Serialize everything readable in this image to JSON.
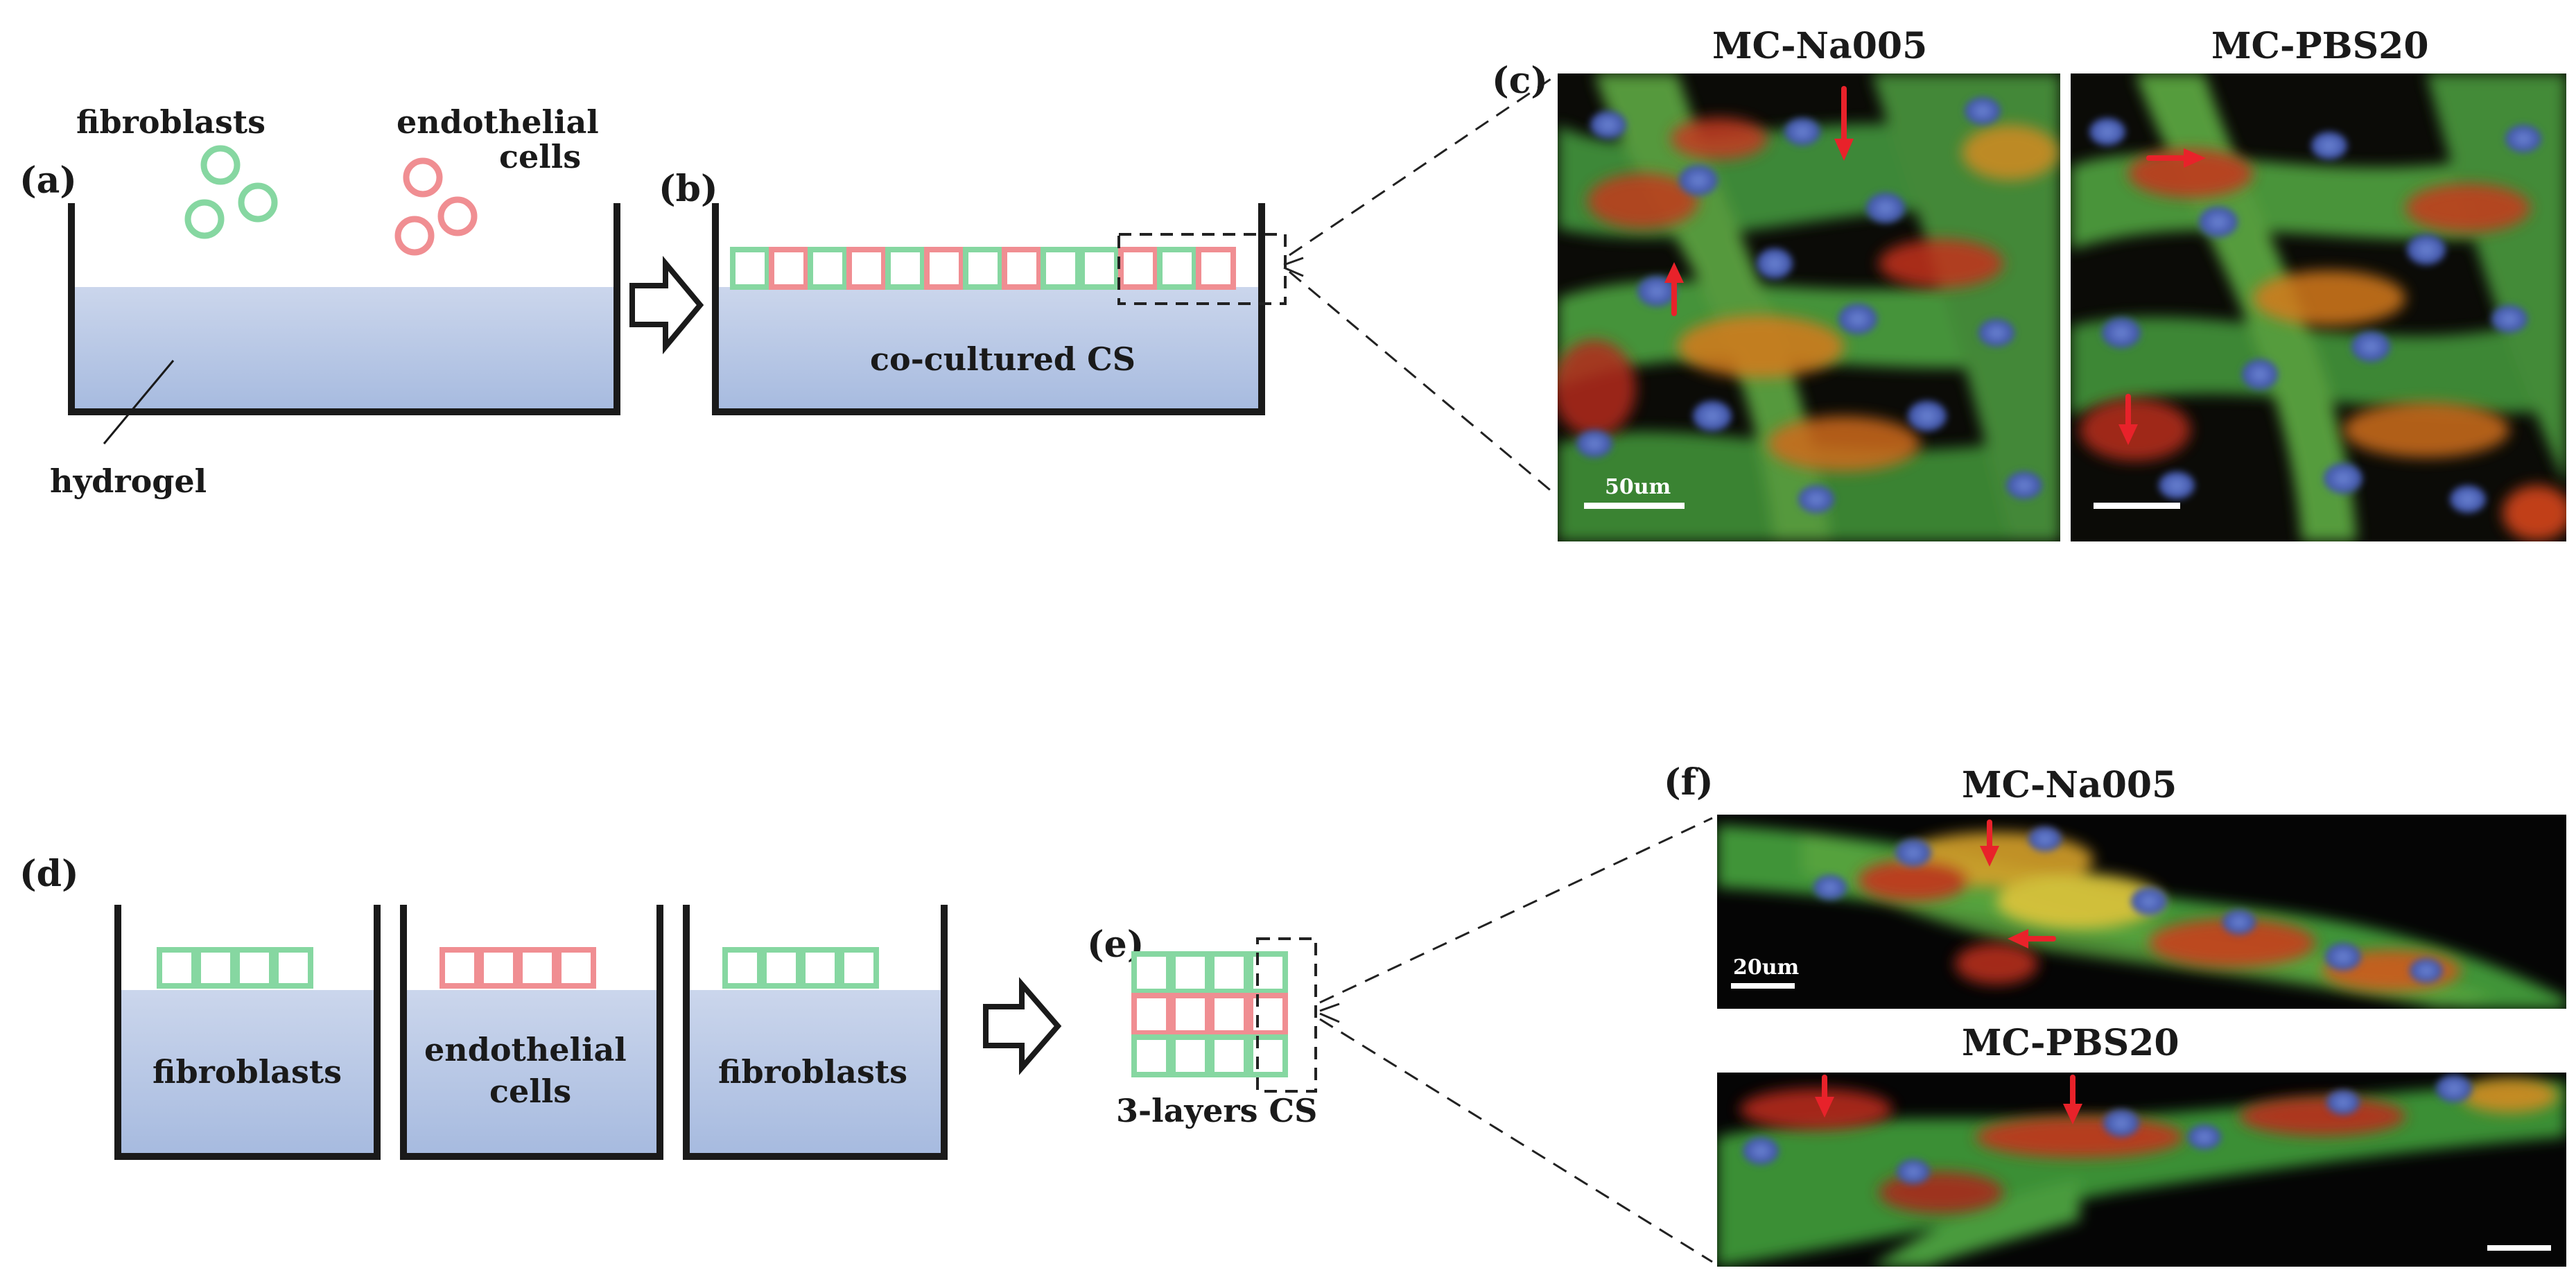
{
  "panel_labels": {
    "a": "(a)",
    "b": "(b)",
    "c": "(c)",
    "d": "(d)",
    "e": "(e)",
    "f": "(f)"
  },
  "top": {
    "fibroblasts_label": "fibroblasts",
    "endothelial_label_line1": "endothelial",
    "endothelial_label_line2": "cells",
    "hydrogel_label": "hydrogel",
    "co_cultured_label": "co-cultured CS",
    "micrograph_left_title": "MC-Na005",
    "micrograph_right_title": "MC-PBS20",
    "scale_bar_label": "50um"
  },
  "bottom": {
    "well1_label": "fibroblasts",
    "well2_label_line1": "endothelial",
    "well2_label_line2": "cells",
    "well3_label": "fibroblasts",
    "three_layers_label": "3-layers CS",
    "micrograph_top_title": "MC-Na005",
    "micrograph_bottom_title": "MC-PBS20",
    "scale_bar_label": "20um"
  },
  "colors": {
    "fibroblast": "#86d7a1",
    "endothelial": "#f08e92",
    "hydrogel_top": "#c7d3ea",
    "hydrogel_bottom": "#a9bde0",
    "arrow_red": "#e8222a"
  }
}
